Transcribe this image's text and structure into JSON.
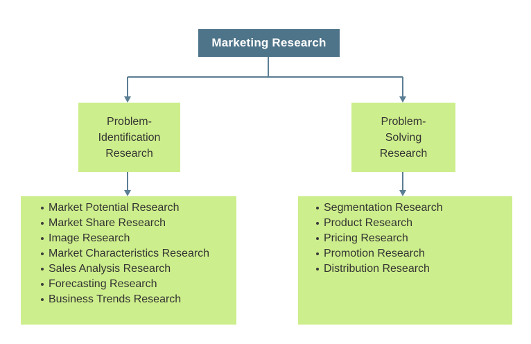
{
  "colors": {
    "root_fill": "#4e7489",
    "root_text": "#ffffff",
    "box_fill": "#cdee8c",
    "connector": "#5a7e93",
    "text": "#333333"
  },
  "root": {
    "label": "Marketing Research"
  },
  "branches": [
    {
      "label_lines": [
        "Problem-",
        "Identification",
        "Research"
      ],
      "items": [
        "Market Potential Research",
        "Market Share Research",
        "Image Research",
        "Market Characteristics Research",
        "Sales Analysis Research",
        "Forecasting Research",
        "Business Trends Research"
      ]
    },
    {
      "label_lines": [
        "Problem-",
        "Solving",
        "Research"
      ],
      "items": [
        "Segmentation Research",
        "Product Research",
        "Pricing Research",
        "Promotion Research",
        "Distribution Research"
      ]
    }
  ]
}
